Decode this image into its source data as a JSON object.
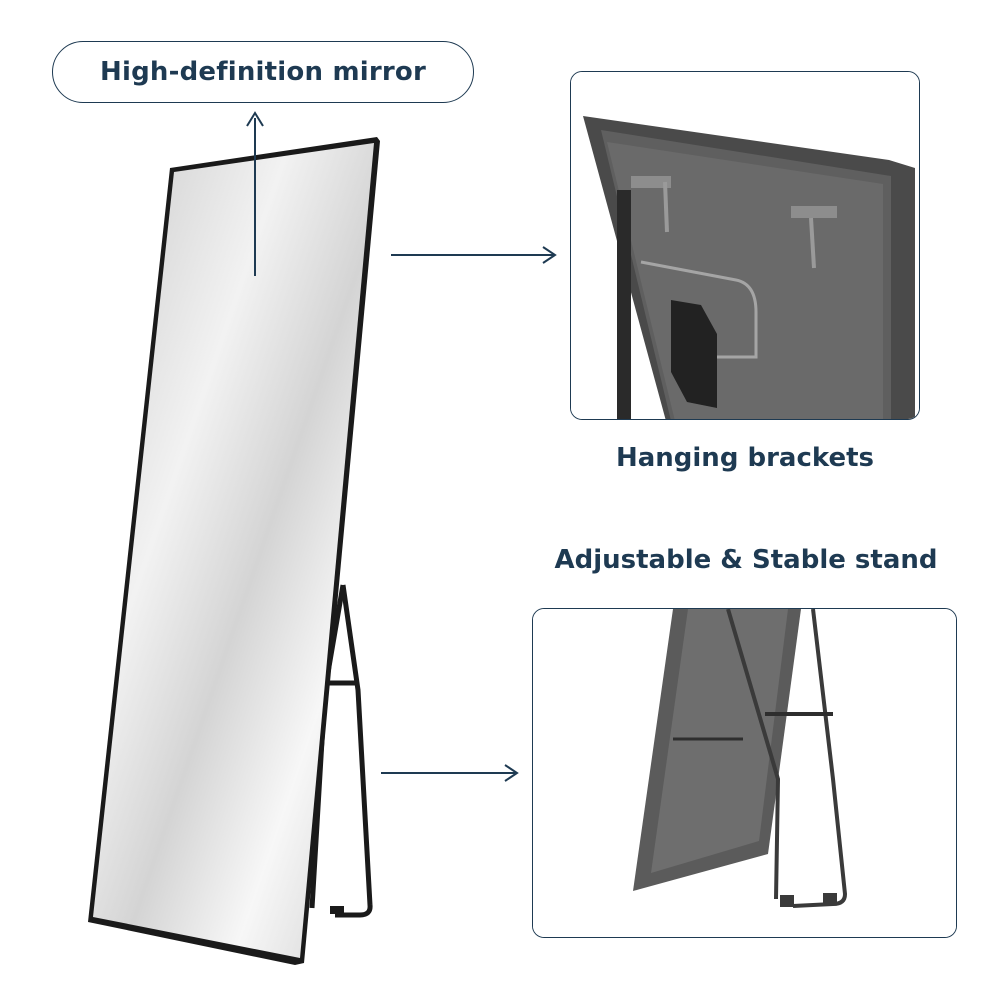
{
  "labels": {
    "mirror": "High-definition mirror",
    "brackets": "Hanging brackets",
    "stand": "Adjustable & Stable stand"
  },
  "colors": {
    "accent": "#1e3a52",
    "frame_black": "#1a1a1a",
    "frame_gray": "#5c5c5c",
    "mirror_silver": "#dcdcdc"
  },
  "icons": [
    "arrow-up",
    "arrow-right",
    "arrow-right"
  ]
}
